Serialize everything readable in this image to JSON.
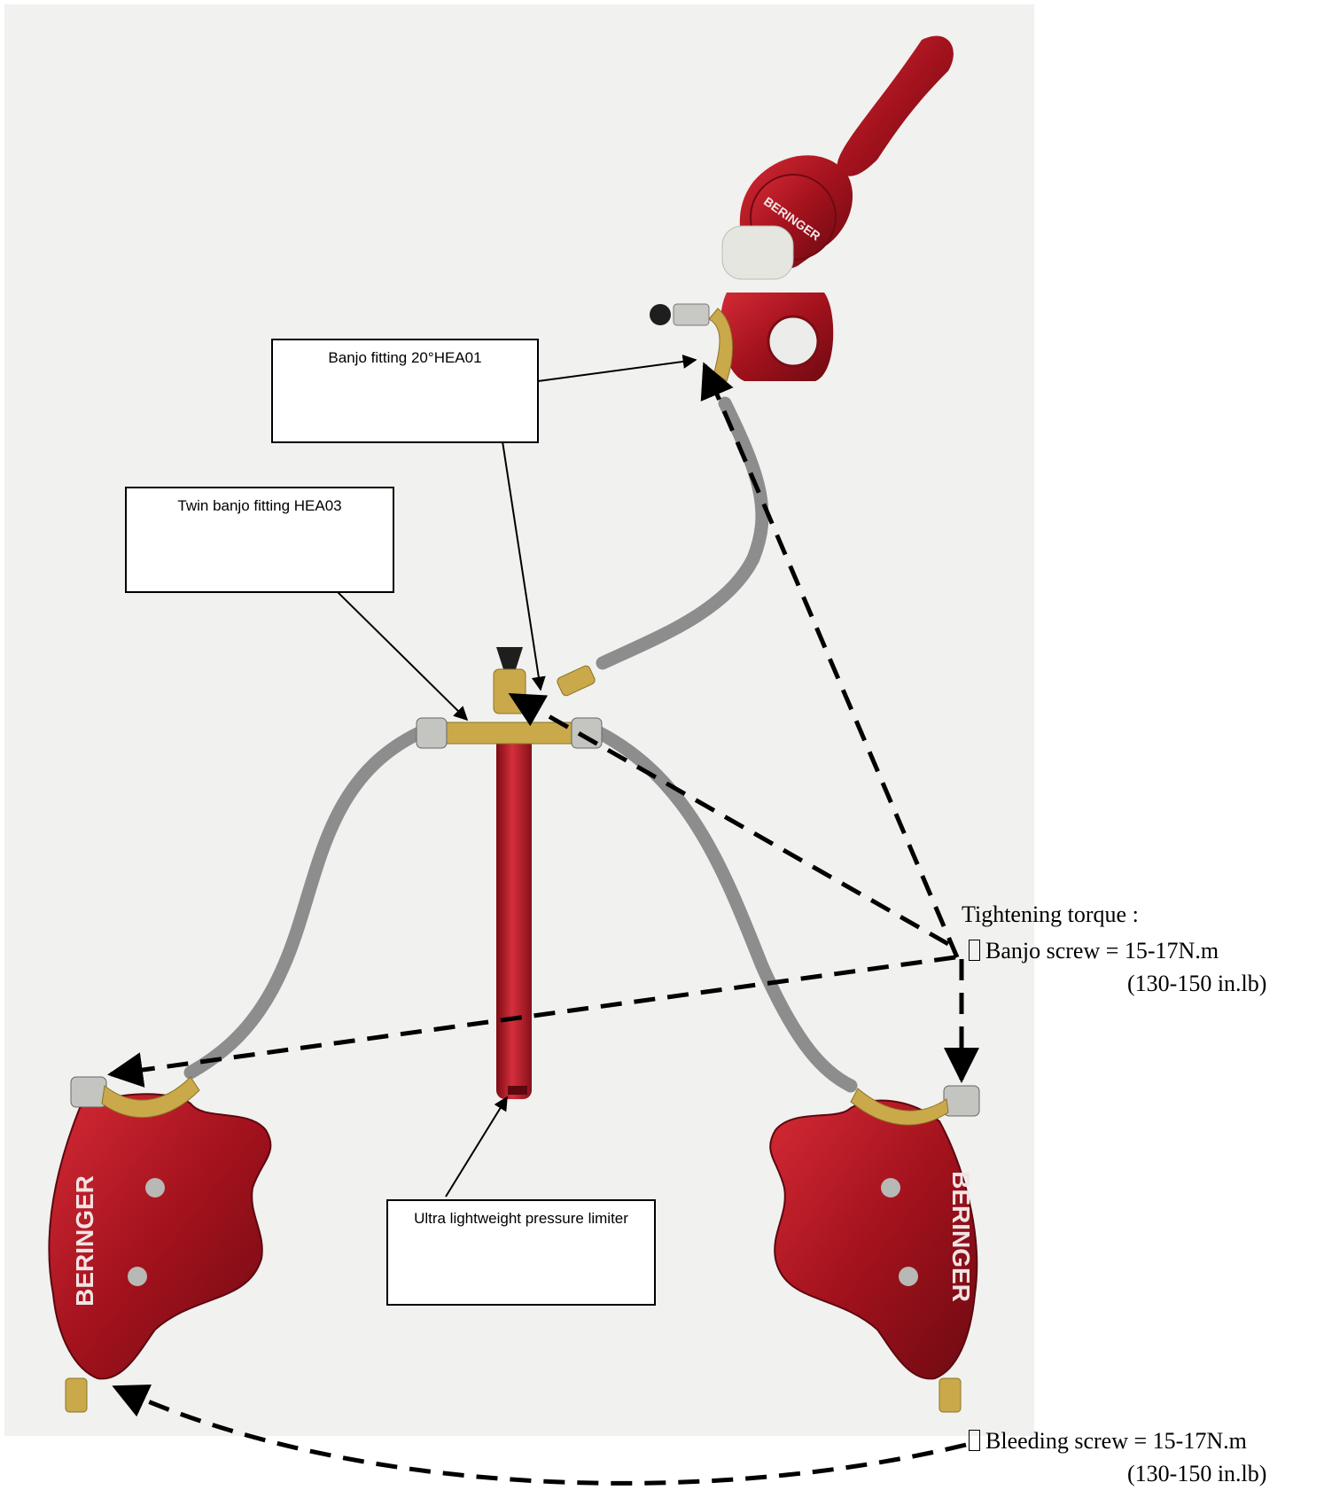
{
  "callouts": {
    "banjo_fitting": "Banjo fitting 20°HEA01",
    "twin_banjo": "Twin banjo fitting HEA03",
    "pressure_limiter": "Ultra lightweight pressure limiter"
  },
  "torque": {
    "title": "Tightening torque :",
    "banjo_line1": "Banjo screw = 15-17N.m",
    "banjo_line2": "(130-150 in.lb)",
    "bleeding_line1": "Bleeding screw = 15-17N.m",
    "bleeding_line2": "(130-150 in.lb)"
  },
  "brand": {
    "caliper_logo": "BERINGER",
    "reservoir_logo": "BERINGER"
  },
  "colors": {
    "anodized_red": "#b01622",
    "hose_grey": "#8a8a8a",
    "brass": "#c9a94a"
  }
}
